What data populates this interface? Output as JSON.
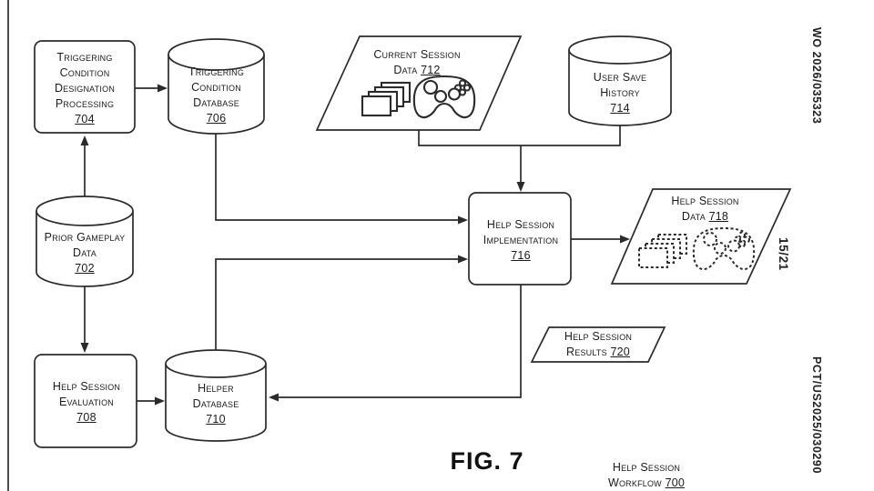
{
  "page_background": "#ffffff",
  "ink_color": "#2b2b2b",
  "margin_notes": {
    "publication_number": "WO 2026/035323",
    "sheet_number": "15/21",
    "application_number": "PCT/US2025/030290"
  },
  "figure": {
    "label": "FIG. 7",
    "caption_line1": "Help Session",
    "caption_word": "Workflow",
    "caption_ref": "700"
  },
  "nodes": {
    "n704": {
      "shape": "rounded-box",
      "l1": "Triggering",
      "l2": "Condition",
      "l3": "Designation",
      "l4": "Processing",
      "ref": "704"
    },
    "n706": {
      "shape": "database-cylinder",
      "l1": "Triggering",
      "l2": "Condition",
      "l3": "Database",
      "ref": "706"
    },
    "n712": {
      "shape": "parallelogram",
      "l1": "Current Session",
      "l2": "Data",
      "ref": "712",
      "icons": [
        "screen-stack-icon",
        "game-controller-icon"
      ]
    },
    "n714": {
      "shape": "database-cylinder",
      "l1": "User Save",
      "l2": "History",
      "ref": "714"
    },
    "n702": {
      "shape": "database-cylinder",
      "l1": "Prior Gameplay",
      "l2": "Data",
      "ref": "702"
    },
    "n716": {
      "shape": "rounded-box",
      "l1": "Help Session",
      "l2": "Implementation",
      "ref": "716"
    },
    "n718": {
      "shape": "parallelogram",
      "l1": "Help Session",
      "l2": "Data",
      "ref": "718",
      "icons": [
        "screen-stack-dotted-icon",
        "game-controller-dotted-icon"
      ]
    },
    "n720": {
      "shape": "parallelogram",
      "l1": "Help Session",
      "l2": "Results",
      "ref": "720"
    },
    "n708": {
      "shape": "rounded-box",
      "l1": "Help Session",
      "l2": "Evaluation",
      "ref": "708"
    },
    "n710": {
      "shape": "database-cylinder",
      "l1": "Helper",
      "l2": "Database",
      "ref": "710"
    }
  }
}
